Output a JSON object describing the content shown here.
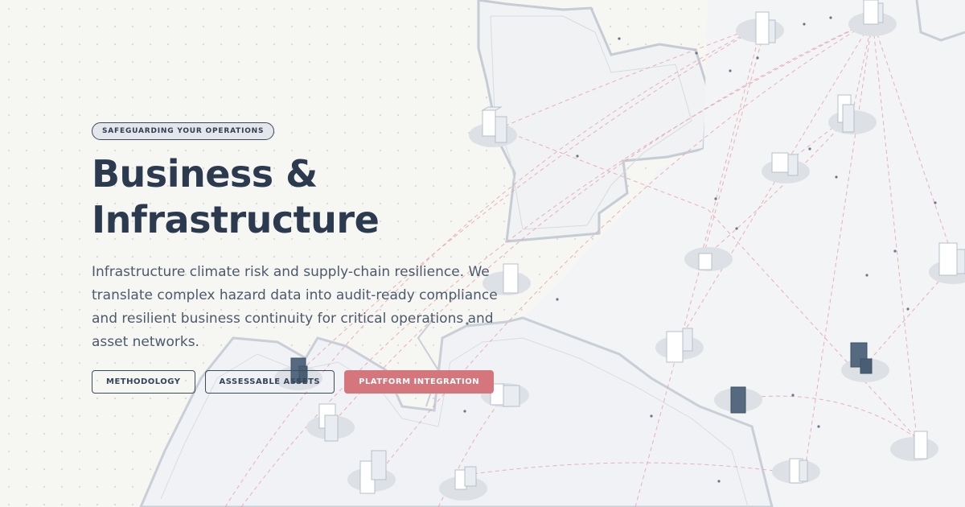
{
  "hero": {
    "badge": "SAFEGUARDING YOUR OPERATIONS",
    "title_line1": "Business &",
    "title_line2": "Infrastructure",
    "description": "Infrastructure climate risk and supply-chain resilience. We translate complex hazard data into audit-ready compliance and resilient business continuity for critical operations and asset networks."
  },
  "actions": {
    "methodology": "METHODOLOGY",
    "assets": "ASSESSABLE ASSETS",
    "platform": "PLATFORM INTEGRATION"
  },
  "colors": {
    "background": "#f6f6f3",
    "text_dark": "#2b3a4f",
    "accent": "#d4767b",
    "route": "#e7a5aa",
    "building": "#ffffff",
    "building_highlight": "#556a80"
  }
}
